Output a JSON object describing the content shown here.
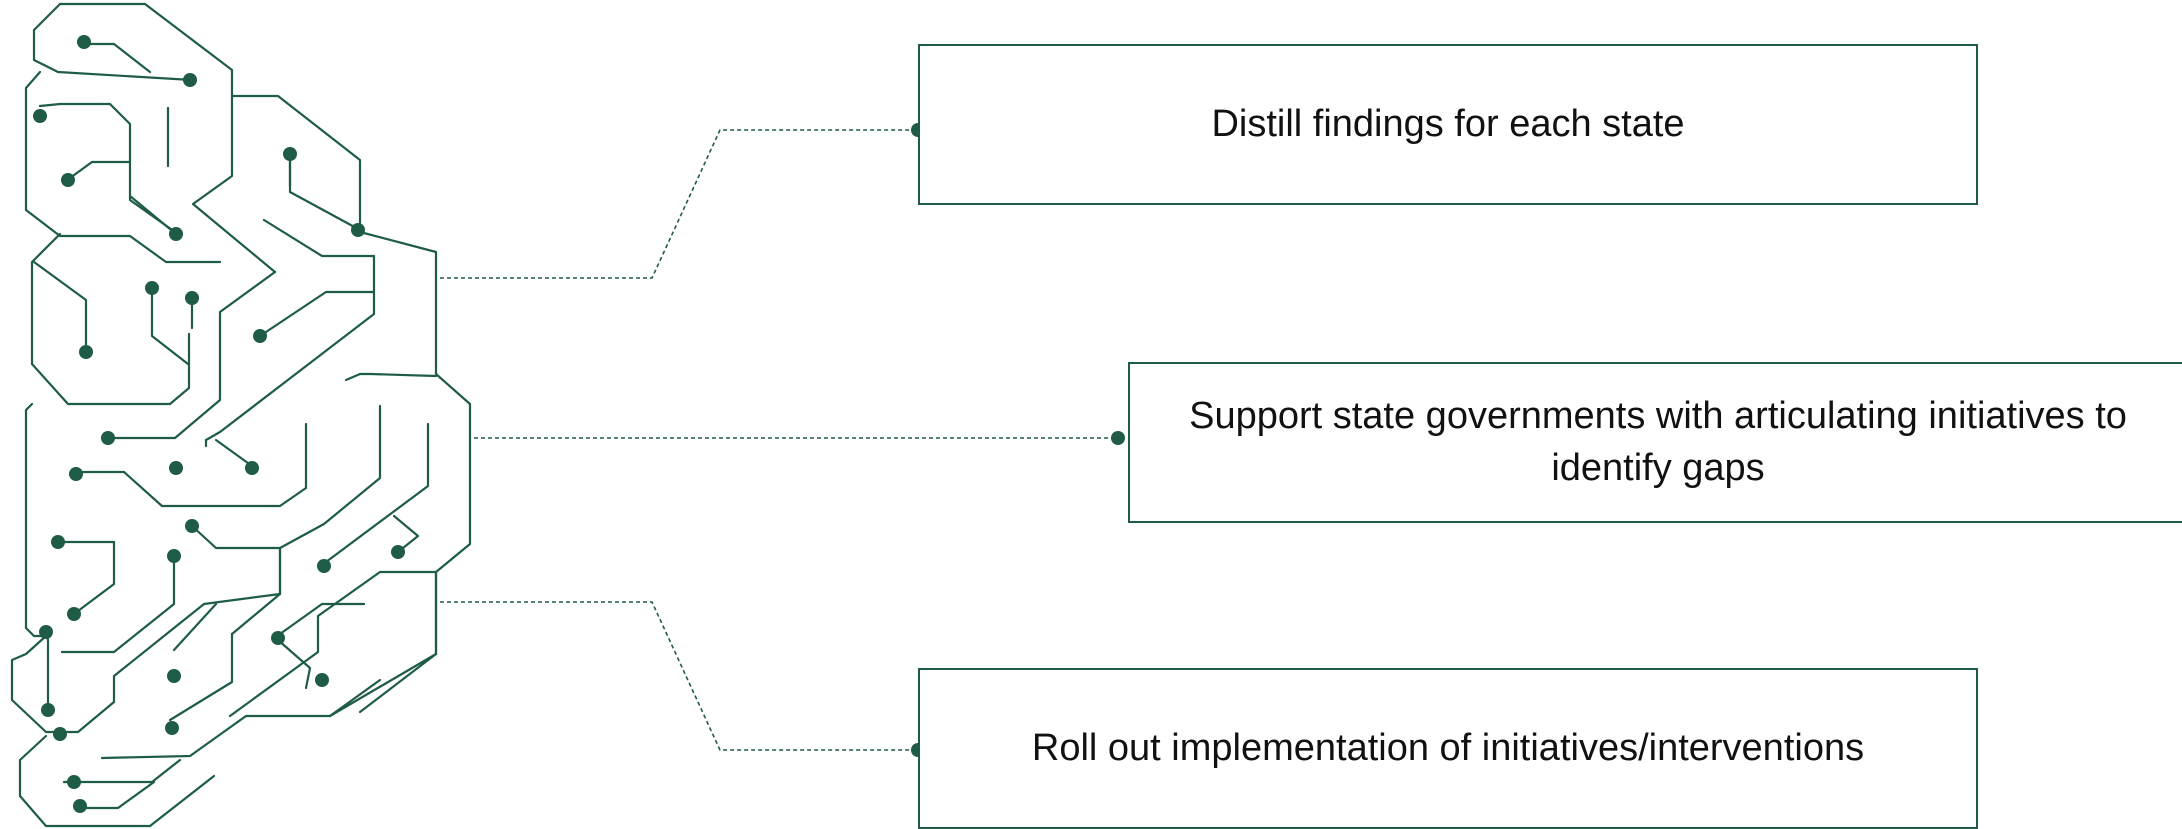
{
  "diagram": {
    "accent_color": "#1f5c46",
    "icon": "brain-circuit-icon",
    "steps": [
      {
        "label": "Distill findings for each state"
      },
      {
        "label": "Support state governments with articulating initiatives to identify gaps"
      },
      {
        "label": "Roll out implementation of initiatives/interventions"
      }
    ]
  }
}
